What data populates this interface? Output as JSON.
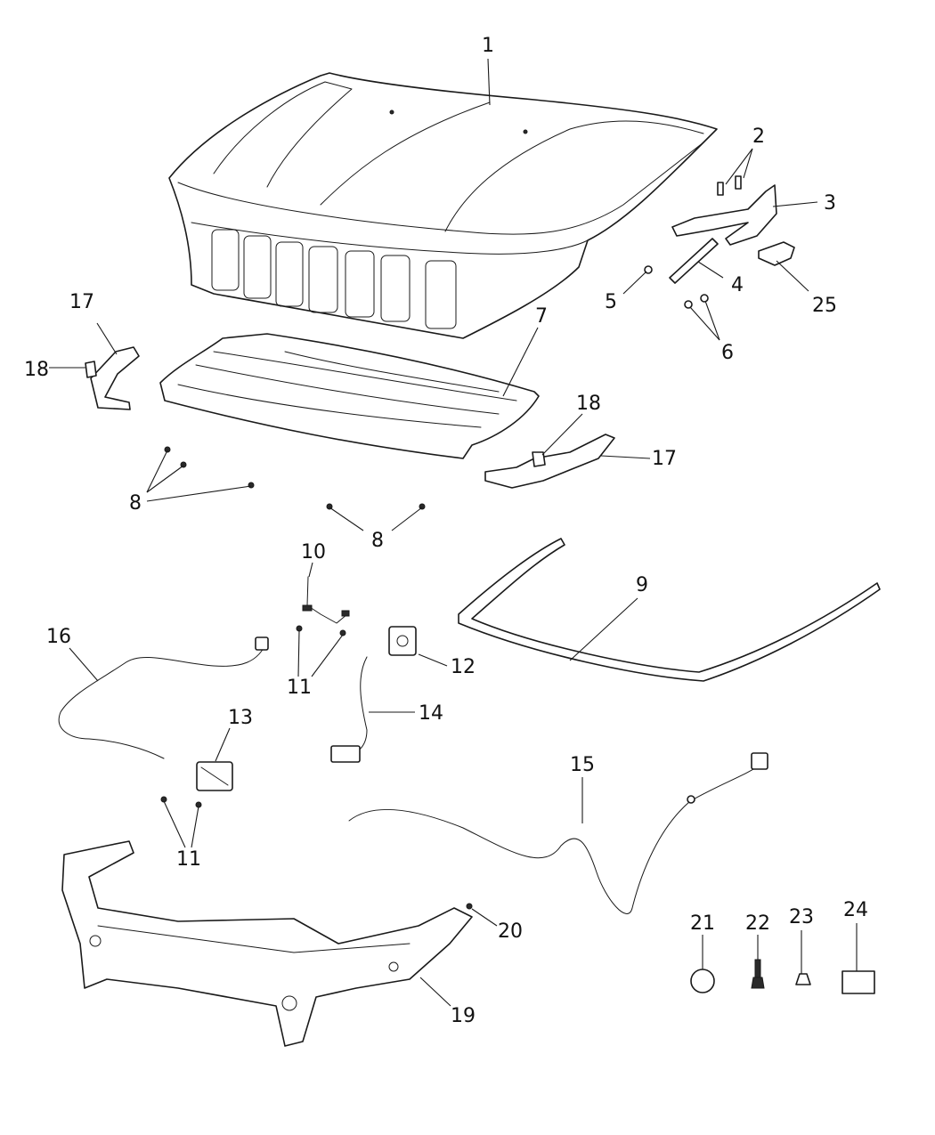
{
  "callouts": [
    {
      "id": "c1",
      "text": "1"
    },
    {
      "id": "c2",
      "text": "2"
    },
    {
      "id": "c3",
      "text": "3"
    },
    {
      "id": "c4",
      "text": "4"
    },
    {
      "id": "c5",
      "text": "5"
    },
    {
      "id": "c6",
      "text": "6"
    },
    {
      "id": "c7",
      "text": "7"
    },
    {
      "id": "c8a",
      "text": "8"
    },
    {
      "id": "c8b",
      "text": "8"
    },
    {
      "id": "c9",
      "text": "9"
    },
    {
      "id": "c10",
      "text": "10"
    },
    {
      "id": "c11a",
      "text": "11"
    },
    {
      "id": "c11b",
      "text": "11"
    },
    {
      "id": "c12",
      "text": "12"
    },
    {
      "id": "c13",
      "text": "13"
    },
    {
      "id": "c14",
      "text": "14"
    },
    {
      "id": "c15",
      "text": "15"
    },
    {
      "id": "c16",
      "text": "16"
    },
    {
      "id": "c17a",
      "text": "17"
    },
    {
      "id": "c17b",
      "text": "17"
    },
    {
      "id": "c18a",
      "text": "18"
    },
    {
      "id": "c18b",
      "text": "18"
    },
    {
      "id": "c19",
      "text": "19"
    },
    {
      "id": "c20",
      "text": "20"
    },
    {
      "id": "c21",
      "text": "21"
    },
    {
      "id": "c22",
      "text": "22"
    },
    {
      "id": "c23",
      "text": "23"
    },
    {
      "id": "c24",
      "text": "24"
    },
    {
      "id": "c25",
      "text": "25"
    }
  ]
}
